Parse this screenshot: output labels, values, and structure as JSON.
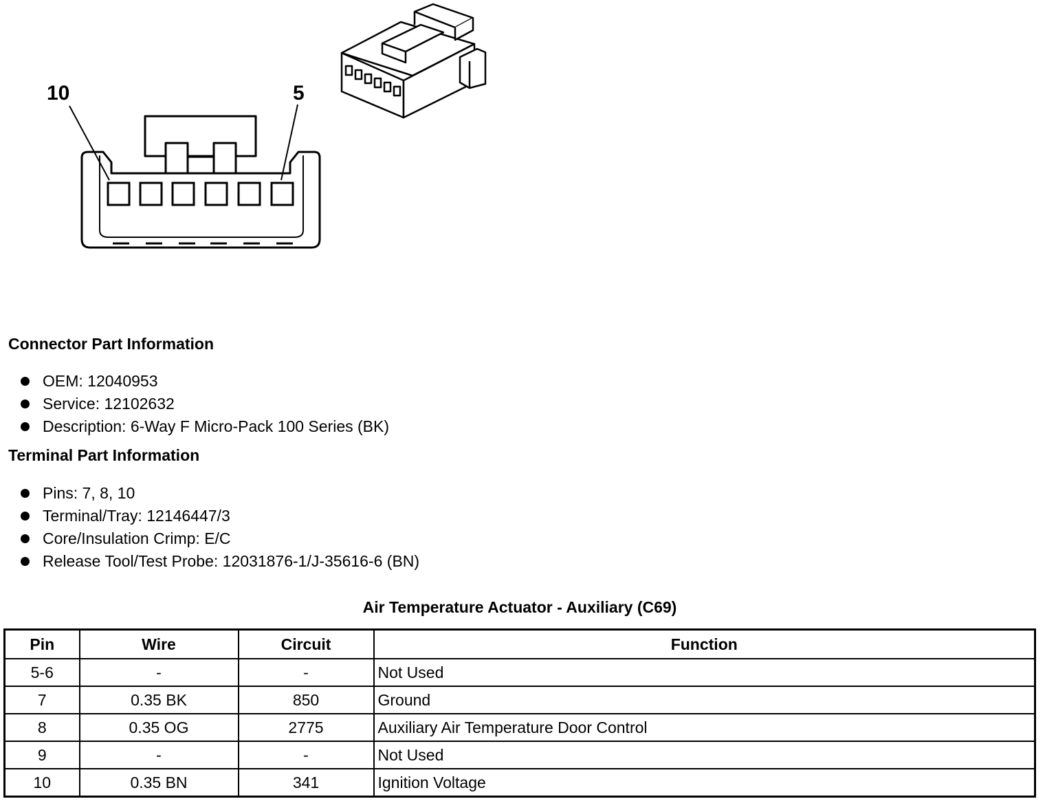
{
  "diagram": {
    "pin_label_left": "10",
    "pin_label_right": "5"
  },
  "connector_info": {
    "heading": "Connector Part Information",
    "items": [
      "OEM: 12040953",
      "Service: 12102632",
      "Description: 6-Way F Micro-Pack 100 Series (BK)"
    ]
  },
  "terminal_info": {
    "heading": "Terminal Part Information",
    "items": [
      "Pins: 7, 8, 10",
      "Terminal/Tray: 12146447/3",
      "Core/Insulation Crimp: E/C",
      "Release Tool/Test Probe: 12031876-1/J-35616-6 (BN)"
    ]
  },
  "table": {
    "title": "Air Temperature Actuator - Auxiliary (C69)",
    "headers": [
      "Pin",
      "Wire",
      "Circuit",
      "Function"
    ],
    "rows": [
      [
        "5-6",
        "-",
        "-",
        "Not Used"
      ],
      [
        "7",
        "0.35 BK",
        "850",
        "Ground"
      ],
      [
        "8",
        "0.35 OG",
        "2775",
        "Auxiliary Air Temperature Door Control"
      ],
      [
        "9",
        "-",
        "-",
        "Not Used"
      ],
      [
        "10",
        "0.35 BN",
        "341",
        "Ignition Voltage"
      ]
    ]
  }
}
